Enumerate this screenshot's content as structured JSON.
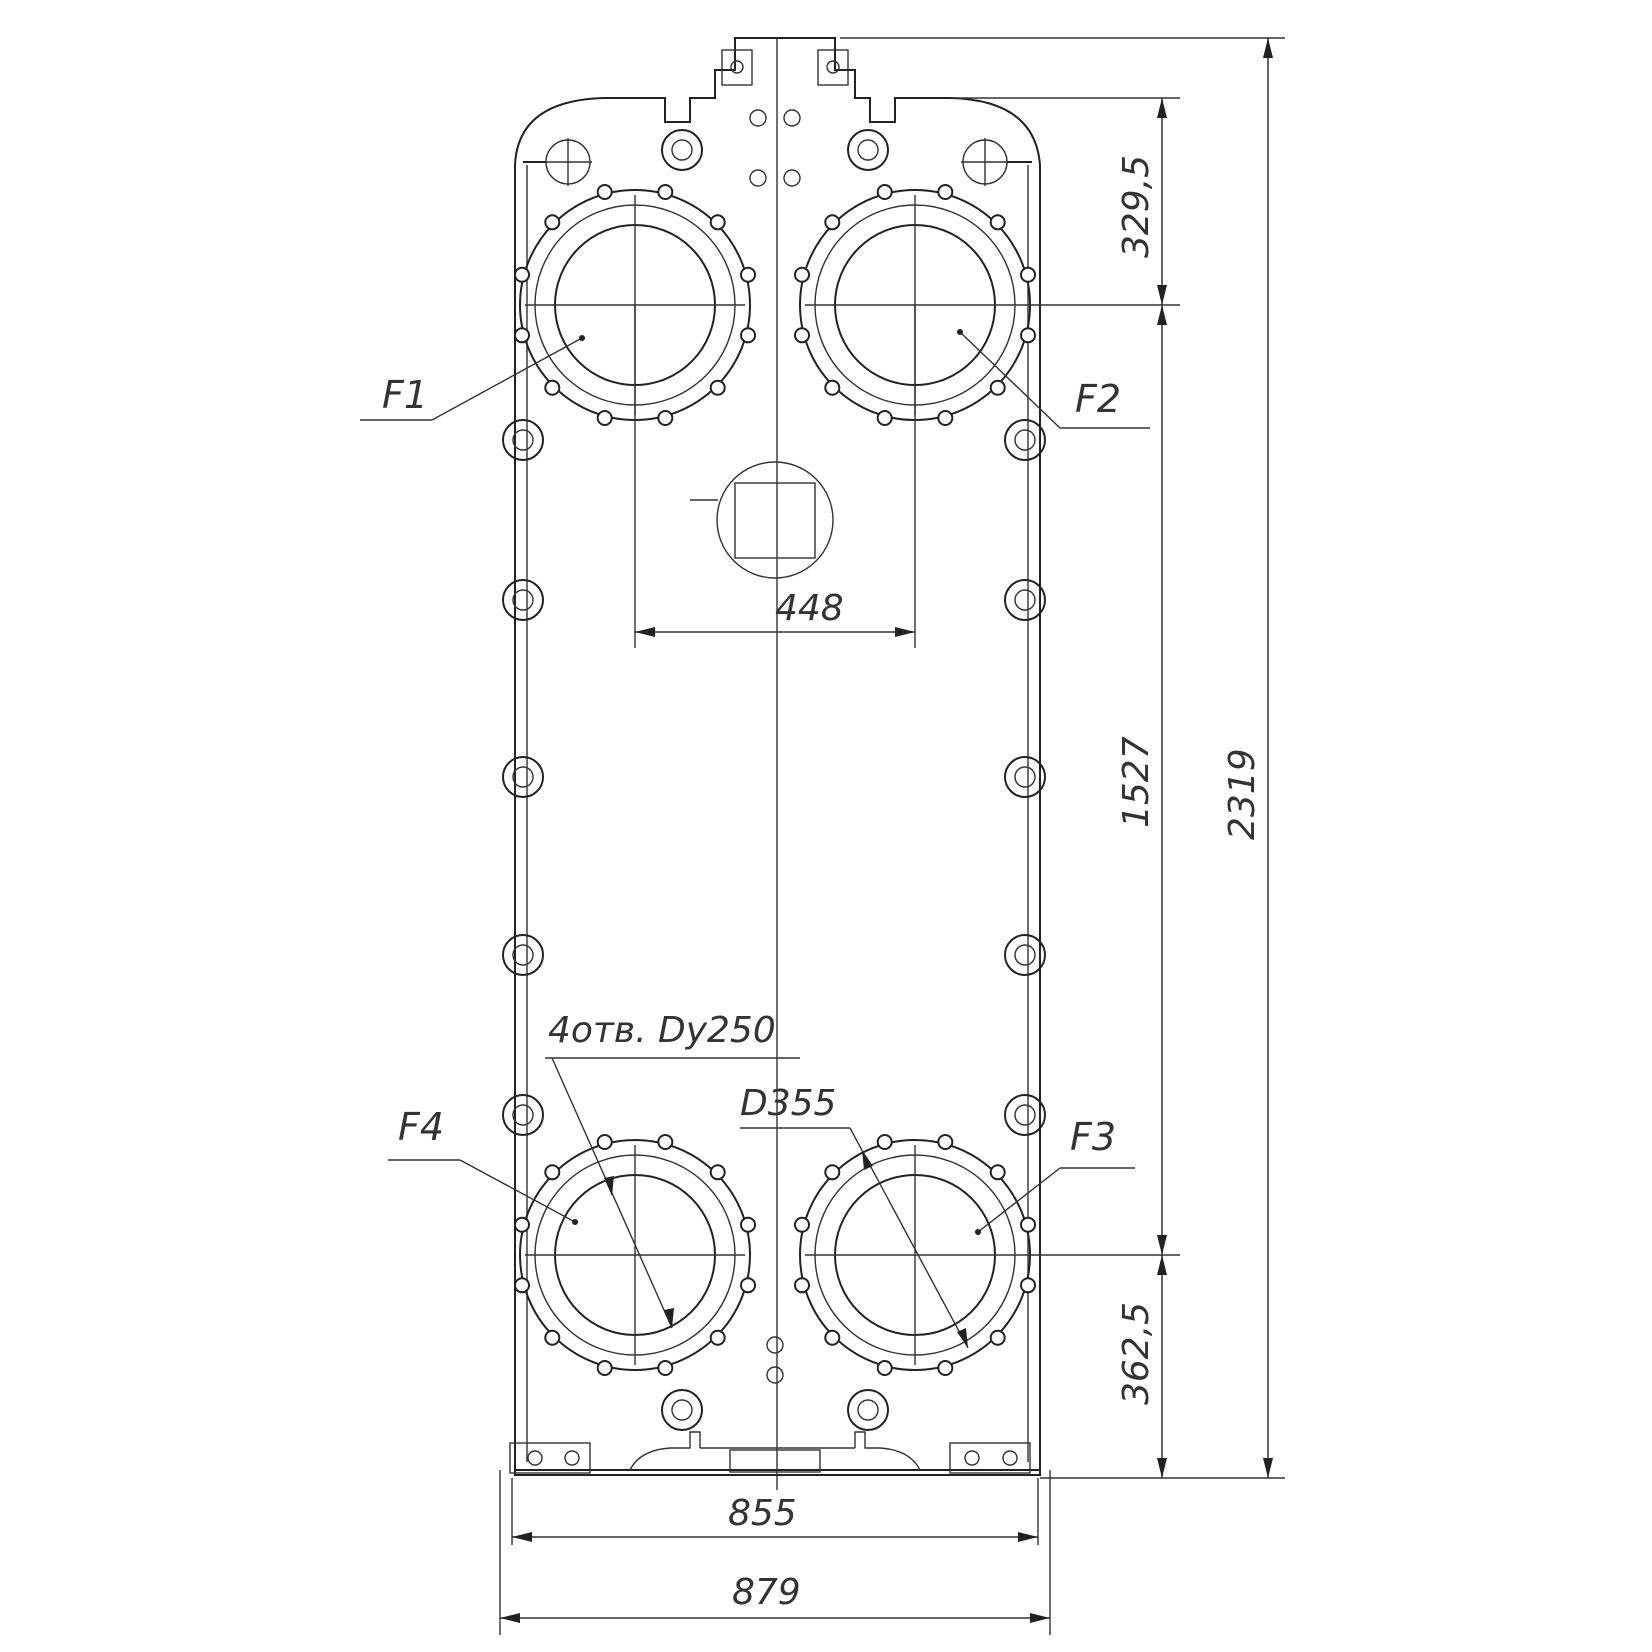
{
  "labels": {
    "f1": "F1",
    "f2": "F2",
    "f3": "F3",
    "f4": "F4"
  },
  "dimensions": {
    "width_855": "855",
    "width_879": "879",
    "center_distance_448": "448",
    "top_329_5": "329,5",
    "vertical_1527": "1527",
    "total_height_2319": "2319",
    "bottom_362_5": "362,5"
  },
  "notes": {
    "holes": "4отв. Dy250",
    "diameter": "D355"
  }
}
